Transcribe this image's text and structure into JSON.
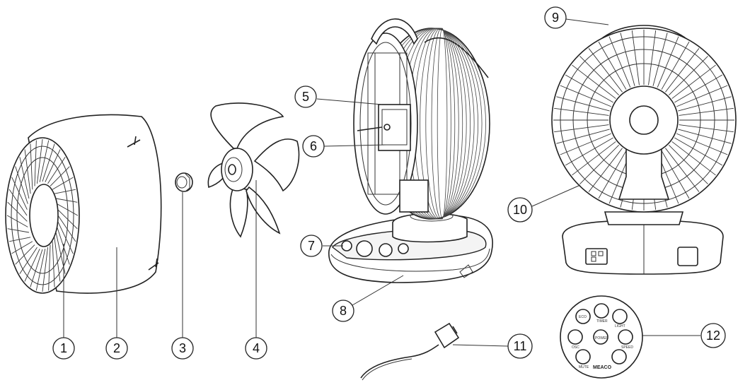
{
  "callouts": [
    "1",
    "2",
    "3",
    "4",
    "5",
    "6",
    "7",
    "8",
    "9",
    "10",
    "11",
    "12"
  ],
  "remote": {
    "labels": [
      "ECO",
      "TIMER",
      "LIGHT",
      "OSC",
      "POWER",
      "SPEED",
      "MUTE"
    ],
    "brand": "MEACO"
  }
}
